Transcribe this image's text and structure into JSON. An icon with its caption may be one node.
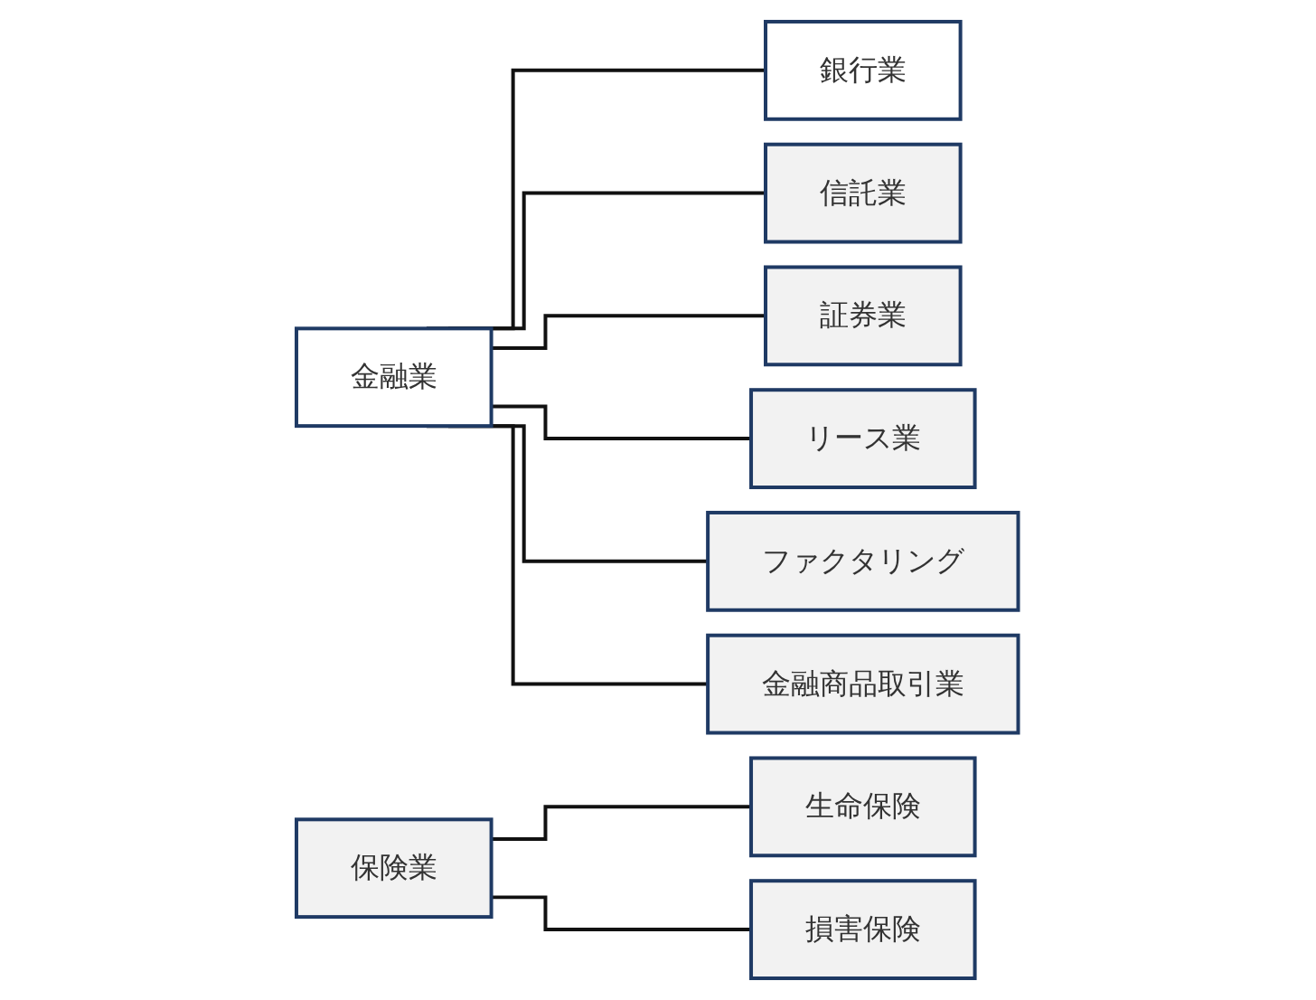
{
  "diagram": {
    "nodes": [
      {
        "text": [
          "金融業"
        ]
      },
      {
        "text": [
          "保険業"
        ]
      },
      {
        "text": [
          "銀行業"
        ]
      },
      {
        "text": [
          "信託業"
        ]
      },
      {
        "text": [
          "証券業"
        ]
      },
      {
        "text": [
          "リース業"
        ]
      },
      {
        "text": [
          "ファクタリング"
        ]
      },
      {
        "text": [
          "金融商品取引業"
        ]
      },
      {
        "text": [
          "生命保険"
        ]
      },
      {
        "text": [
          "損害保険"
        ]
      }
    ],
    "edges": [
      {
        "from": 0,
        "to": 2,
        "arrow": "none"
      },
      {
        "from": 0,
        "to": 3,
        "arrow": "none"
      },
      {
        "from": 0,
        "to": 4,
        "arrow": "none"
      },
      {
        "from": 0,
        "to": 5,
        "arrow": "none"
      },
      {
        "from": 0,
        "to": 6,
        "arrow": "none"
      },
      {
        "from": 0,
        "to": 7,
        "arrow": "none"
      },
      {
        "from": 1,
        "to": 8,
        "arrow": "none"
      },
      {
        "from": 1,
        "to": 9,
        "arrow": "none"
      }
    ]
  }
}
